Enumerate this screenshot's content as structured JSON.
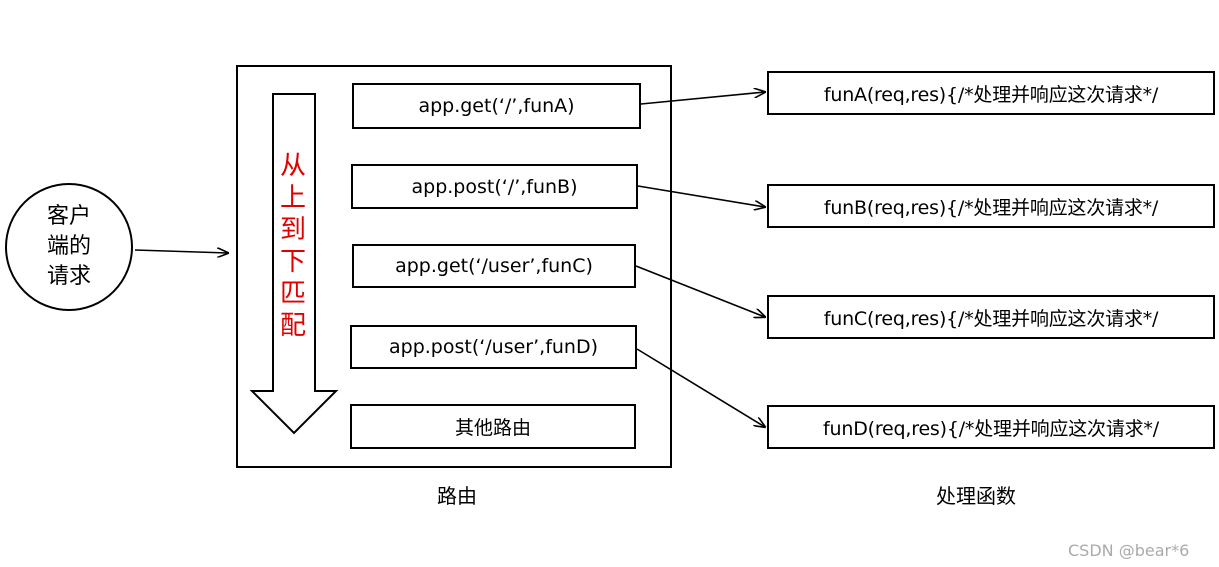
{
  "client": {
    "label": "客户端的请求"
  },
  "flow": {
    "label": "从上到下匹配"
  },
  "routes": [
    {
      "label": "app.get(‘/’,funA)"
    },
    {
      "label": "app.post(‘/’,funB)"
    },
    {
      "label": "app.get(‘/user’,funC)"
    },
    {
      "label": "app.post(‘/user’,funD)"
    },
    {
      "label": "其他路由"
    }
  ],
  "handlers": [
    {
      "label": "funA(req,res){/*处理并响应这次请求*/"
    },
    {
      "label": "funB(req,res){/*处理并响应这次请求*/"
    },
    {
      "label": "funC(req,res){/*处理并响应这次请求*/"
    },
    {
      "label": "funD(req,res){/*处理并响应这次请求*/"
    }
  ],
  "captions": {
    "router": "路由",
    "handlers": "处理函数"
  },
  "watermark": "CSDN @bear*6",
  "colors": {
    "flow_text": "#e00000",
    "lines": "#000000"
  }
}
